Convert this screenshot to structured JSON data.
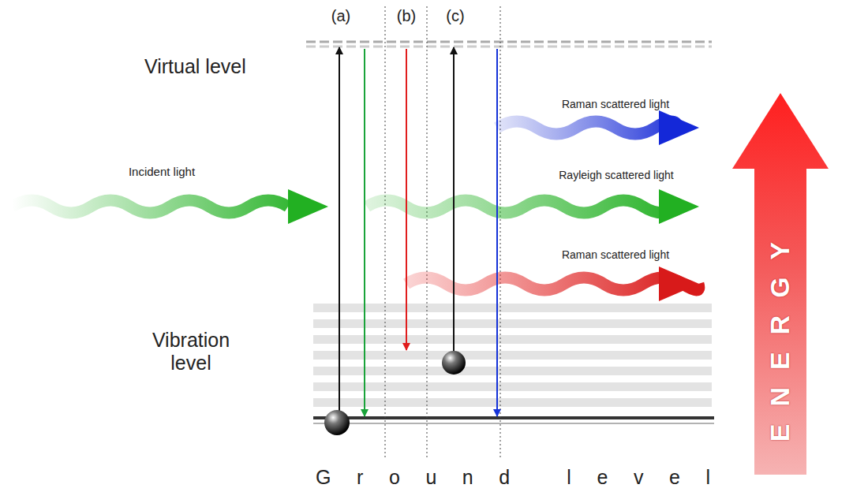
{
  "diagram": {
    "nodes": [
      {
        "text": [
          "ENERGY"
        ]
      }
    ],
    "labels": [
      "Virtual level",
      "(a)",
      "(b)",
      "(c)",
      "Incident light",
      "Raman scattered light",
      "Rayleigh scattered light",
      "Raman scattered light",
      "Vibration level",
      "Ground level"
    ]
  }
}
